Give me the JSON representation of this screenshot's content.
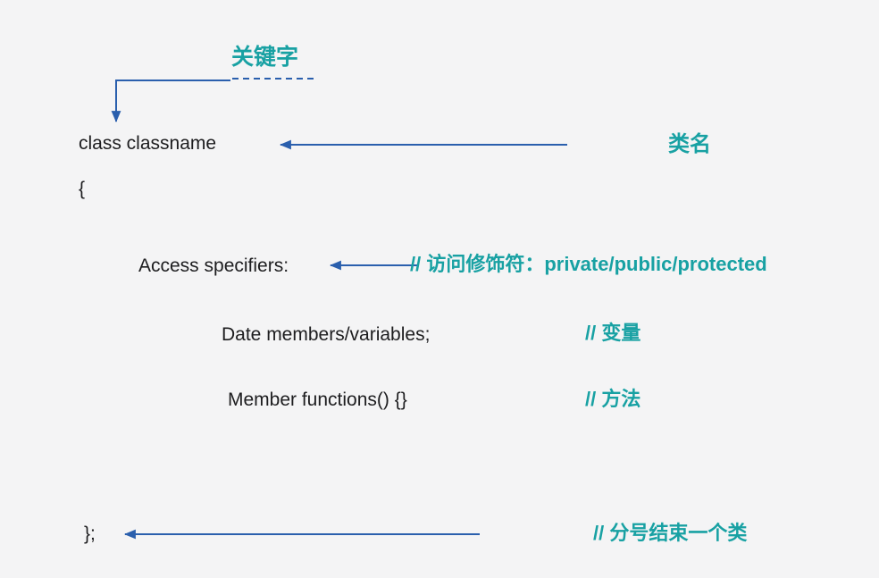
{
  "colors": {
    "background": "#f4f4f5",
    "arrow_blue": "#2a5fad",
    "annotation_teal": "#18a1a3",
    "code_text": "#1d1d1f"
  },
  "diagram": {
    "keyword_label": "关键字",
    "class_declaration": "class classname",
    "class_name_label": "类名",
    "open_brace": "{",
    "rows": [
      {
        "code": "Access specifiers:",
        "comment": "// 访问修饰符：private/public/protected"
      },
      {
        "code": "Date members/variables;",
        "comment": "// 变量"
      },
      {
        "code": "Member functions() {}",
        "comment": "// 方法"
      }
    ],
    "close_brace": "};",
    "close_comment": "// 分号结束一个类"
  }
}
